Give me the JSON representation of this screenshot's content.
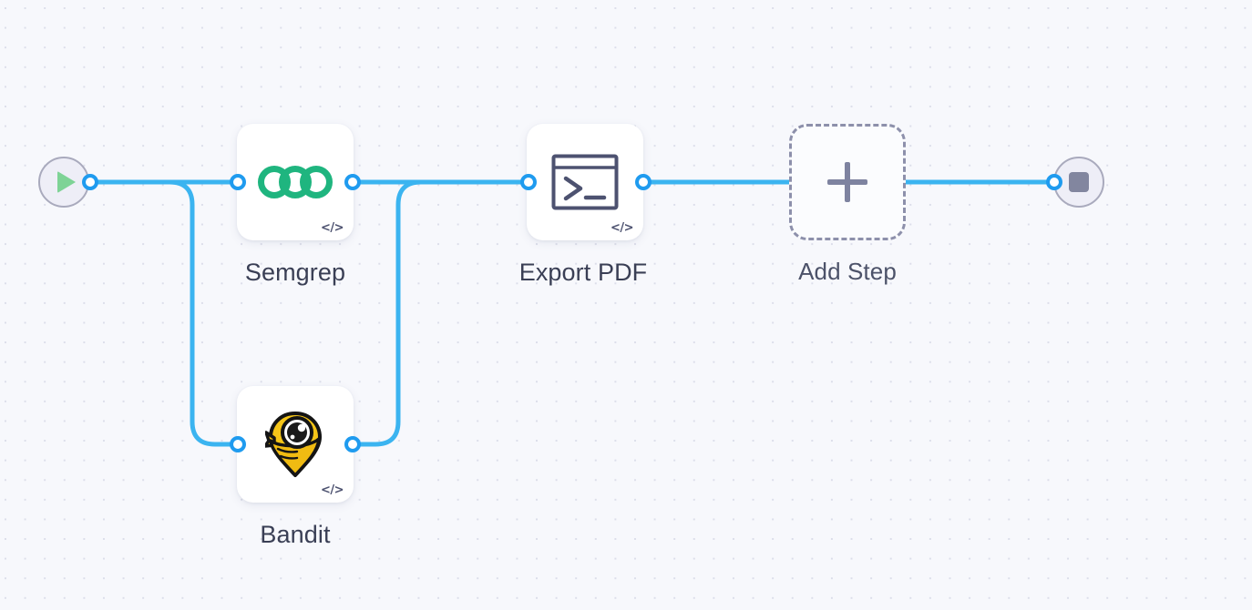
{
  "canvas": {
    "background_color": "#f7f8fc",
    "grid_dot_color": "#dcdeea",
    "wire_color": "#3bb4f0",
    "port_color": "#1f9bef"
  },
  "start_node": {
    "name": "start",
    "icon": "play-icon",
    "icon_color": "#7ed396",
    "circle_color": "#eeeef7",
    "border_color": "#a9aabd"
  },
  "end_node": {
    "name": "end",
    "icon": "stop-icon",
    "icon_color": "#82869f",
    "circle_color": "#eeeef7",
    "border_color": "#a9aabd"
  },
  "nodes": [
    {
      "id": "semgrep",
      "label": "Semgrep",
      "icon": "semgrep-logo-icon",
      "icon_color": "#1fb57f",
      "badge": "</>"
    },
    {
      "id": "bandit",
      "label": "Bandit",
      "icon": "bandit-logo-icon",
      "icon_color": "#f5c518",
      "badge": "</>"
    },
    {
      "id": "export-pdf",
      "label": "Export PDF",
      "icon": "terminal-icon",
      "icon_color": "#4d5270",
      "badge": "</>"
    }
  ],
  "add_step": {
    "label": "Add Step",
    "icon": "plus-icon",
    "icon_color": "#7e83a0"
  }
}
